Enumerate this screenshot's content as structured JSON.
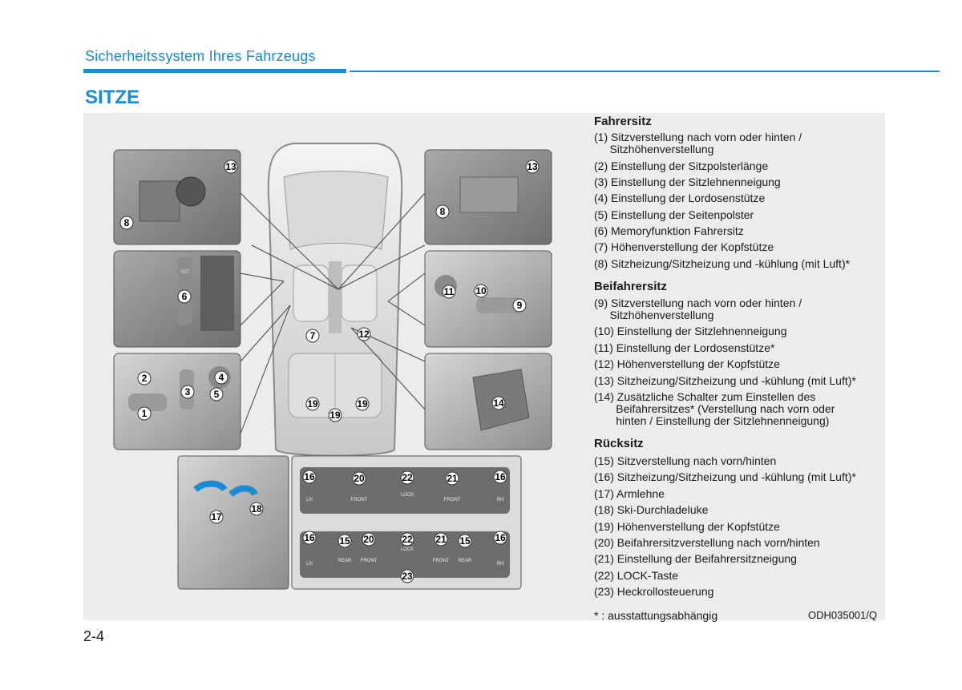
{
  "header": {
    "chapter": "Sicherheitssystem Ihres Fahrzeugs"
  },
  "section": {
    "title": "SITZE"
  },
  "page_number": "2-4",
  "driver": {
    "heading": "Fahrersitz",
    "items": [
      "(1) Sitzverstellung nach vorn oder hinten /\n     Sitzhöhenverstellung",
      "(2) Einstellung der Sitzpolsterlänge",
      "(3) Einstellung der Sitzlehnenneigung",
      "(4) Einstellung der Lordosenstütze",
      "(5) Einstellung der Seitenpolster",
      "(6) Memoryfunktion Fahrersitz",
      "(7) Höhenverstellung der Kopfstütze",
      "(8) Sitzheizung/Sitzheizung und -kühlung (mit Luft)*"
    ]
  },
  "passenger": {
    "heading": "Beifahrersitz",
    "items": [
      "(9) Sitzverstellung nach vorn oder hinten /\n     Sitzhöhenverstellung",
      "(10) Einstellung der Sitzlehnenneigung",
      "(11) Einstellung der Lordosenstütze*",
      "(12) Höhenverstellung der Kopfstütze",
      "(13) Sitzheizung/Sitzheizung und -kühlung (mit Luft)*",
      "(14) Zusätzliche Schalter zum Einstellen des\n       Beifahrersitzes* (Verstellung nach vorn oder\n       hinten / Einstellung der Sitzlehnenneigung)"
    ]
  },
  "rear": {
    "heading": "Rücksitz",
    "items": [
      "(15) Sitzverstellung nach vorn/hinten",
      "(16) Sitzheizung/Sitzheizung und -kühlung (mit Luft)*",
      "(17) Armlehne",
      "(18) Ski-Durchladeluke",
      "(19) Höhenverstellung der Kopfstütze",
      "(20) Beifahrersitzverstellung nach vorn/hinten",
      "(21) Einstellung der Beifahrersitzneigung",
      "(22) LOCK-Taste",
      "(23) Heckrollosteuerung"
    ]
  },
  "footnote": "* : ausstattungsabhängig",
  "image_code": "ODH035001/Q",
  "callouts": {
    "c1": "1",
    "c2": "2",
    "c3": "3",
    "c4": "4",
    "c5": "5",
    "c6": "6",
    "c7": "7",
    "c8": "8",
    "c9": "9",
    "c10": "10",
    "c11": "11",
    "c12": "12",
    "c13": "13",
    "c14": "14",
    "c15": "15",
    "c16": "16",
    "c17": "17",
    "c18": "18",
    "c19": "19",
    "c20": "20",
    "c21": "21",
    "c22": "22",
    "c23": "23"
  },
  "panel_labels": {
    "front": "FRONT",
    "lock": "LOCK",
    "rear": "REAR",
    "set": "SET",
    "lh": "LH",
    "rh": "RH"
  },
  "colors": {
    "accent": "#1b8bd6",
    "panel": "#ececec"
  }
}
